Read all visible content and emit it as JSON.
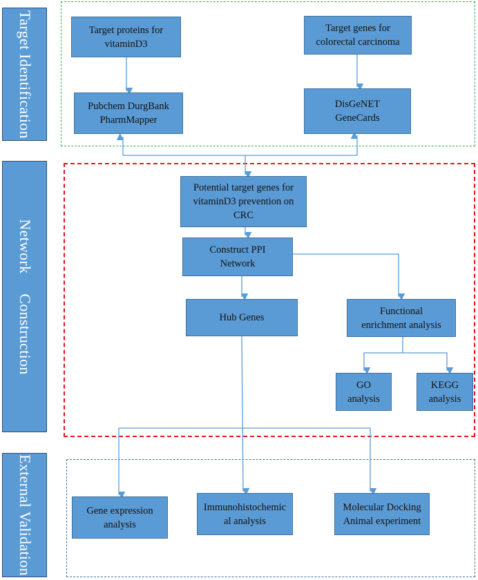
{
  "sections": {
    "target_identification": "Target Identification",
    "network_construction": "Network     Construction",
    "external_validation": "External Validation"
  },
  "boxes": {
    "target_proteins": "Target proteins for\nvitaminD3",
    "target_genes": "Target genes for\ncolorectal carcinoma",
    "pubchem": "Pubchem DurgBank\nPharmMapper",
    "disgenet": "DisGeNET\nGeneCards",
    "potential_targets": "Potential target genes for\nvitaminD3 prevention on\nCRC",
    "ppi": "Construct PPI\nNetwork",
    "hub_genes": "Hub Genes",
    "functional": "Functional\nenrichment analysis",
    "go": "GO\nanalysis",
    "kegg": "KEGG\nanalysis",
    "gene_expression": "Gene expression\nanalysis",
    "immuno": "Immunohistochemic\nal analysis",
    "molecular": "Molecular Docking\nAnimal experiment"
  },
  "colors": {
    "box_fill": "#5b9bd5",
    "arrow": "#5b9bd5",
    "panel_identification": "#2eae4a",
    "panel_construction": "#e8141b",
    "panel_validation": "#41719c"
  }
}
